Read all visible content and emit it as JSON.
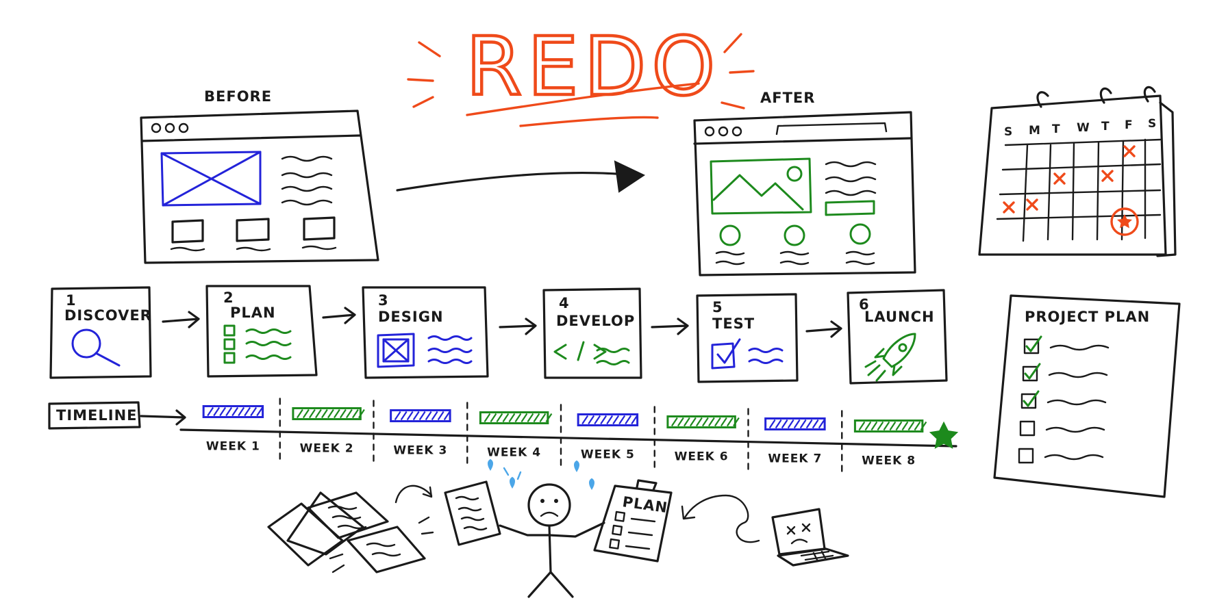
{
  "title": "REDO",
  "before_label": "BEFORE",
  "after_label": "AFTER",
  "calendar": {
    "days": [
      "S",
      "M",
      "T",
      "W",
      "T",
      "F",
      "S"
    ],
    "accent_color": "#ef4a1a"
  },
  "steps": [
    {
      "number": "1",
      "label": "DISCOVER",
      "icon": "magnifier-icon"
    },
    {
      "number": "2",
      "label": "PLAN",
      "icon": "checklist-icon"
    },
    {
      "number": "3",
      "label": "DESIGN",
      "icon": "wireframe-icon"
    },
    {
      "number": "4",
      "label": "DEVELOP",
      "icon": "code-icon"
    },
    {
      "number": "5",
      "label": "TEST",
      "icon": "checkbox-icon"
    },
    {
      "number": "6",
      "label": "LAUNCH",
      "icon": "rocket-icon"
    }
  ],
  "timeline": {
    "label": "TIMELINE",
    "weeks": [
      "WEEK 1",
      "WEEK 2",
      "WEEK 3",
      "WEEK 4",
      "WEEK 5",
      "WEEK 6",
      "WEEK 7",
      "WEEK 8"
    ],
    "bar_colors": [
      "#2323d9",
      "#1d8a1d",
      "#2323d9",
      "#1d8a1d",
      "#2323d9",
      "#1d8a1d",
      "#2323d9",
      "#1d8a1d"
    ],
    "end_marker": "star-icon"
  },
  "project_plan": {
    "title": "PROJECT  PLAN",
    "items_checked": [
      true,
      true,
      true,
      false,
      false
    ]
  },
  "clipboard_label": "PLAN",
  "colors": {
    "blue": "#2323d9",
    "green": "#1d8a1d",
    "red": "#ef4a1a",
    "ink": "#1a1a1a"
  }
}
